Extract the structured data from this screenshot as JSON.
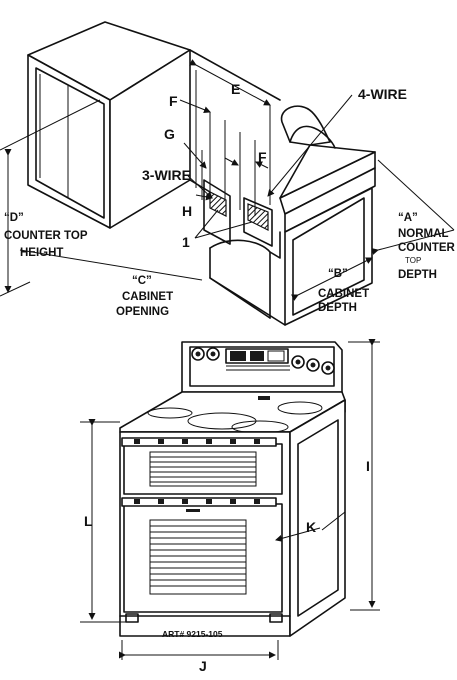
{
  "labels": {
    "e": "E",
    "f_top": "F",
    "f_right": "F",
    "g": "G",
    "h": "H",
    "one": "1",
    "three_wire": "3-WIRE",
    "four_wire": "4-WIRE",
    "d_line1": "“D”",
    "d_line2": "COUNTER TOP",
    "d_line3": "HEIGHT",
    "c_line1": "“C”",
    "c_line2": "CABINET",
    "c_line3": "OPENING",
    "b_line1": "“B”",
    "b_line2": "CABINET",
    "b_line3": "DEPTH",
    "a_line1": "“A”",
    "a_line2": "NORMAL",
    "a_line3": "COUNTER",
    "a_line4": "TOP",
    "a_line5": "DEPTH",
    "i": "I",
    "j": "J",
    "k": "K",
    "l": "L",
    "art": "ART# 9215-105"
  }
}
